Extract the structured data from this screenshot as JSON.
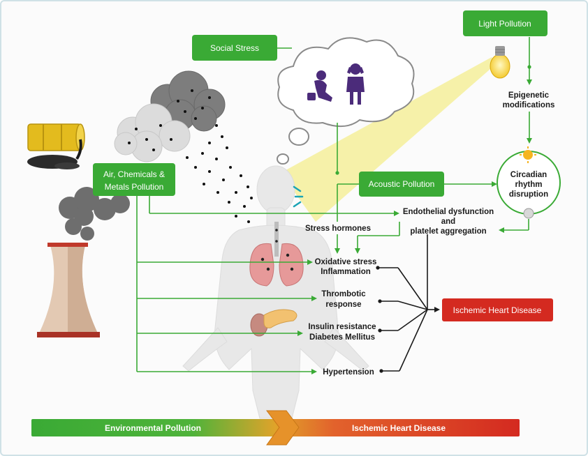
{
  "boxes": {
    "social_stress": "Social Stress",
    "light_pollution": "Light Pollution",
    "air_pollution_line1": "Air, Chemicals &",
    "air_pollution_line2": "Metals Pollution",
    "acoustic_pollution": "Acoustic Pollution",
    "ischemic_heart_disease": "Ischemic Heart Disease"
  },
  "nodes": {
    "epigenetic_line1": "Epigenetic",
    "epigenetic_line2": "modifications",
    "circadian_line1": "Circadian",
    "circadian_line2": "rhythm",
    "circadian_line3": "disruption",
    "endothelial_line1": "Endothelial dysfunction",
    "endothelial_line2": "and",
    "endothelial_line3": "platelet aggregation",
    "stress_hormones": "Stress hormones",
    "oxidative_line1": "Oxidative stress",
    "oxidative_line2": "Inflammation",
    "thrombotic_line1": "Thrombotic",
    "thrombotic_line2": "response",
    "insulin_line1": "Insulin resistance",
    "insulin_line2": "Diabetes Mellitus",
    "hypertension": "Hypertension"
  },
  "bottom_bar": {
    "left_label": "Environmental Pollution",
    "right_label": "Ischemic Heart Disease"
  },
  "colors": {
    "green": "#3aaa35",
    "red": "#d42a20",
    "arrow_black": "#1a1a1a",
    "purple": "#4b2b7a",
    "light_beam": "#f5ee9a"
  },
  "icons": [
    "factory-chimney-icon",
    "oil-barrel-icon",
    "pollution-cloud-icon",
    "thought-cloud-icon",
    "stressed-person-icon",
    "light-bulb-icon",
    "sun-icon",
    "moon-icon",
    "human-body-icon",
    "lungs-icon",
    "pancreas-icon",
    "noise-waves-icon"
  ]
}
